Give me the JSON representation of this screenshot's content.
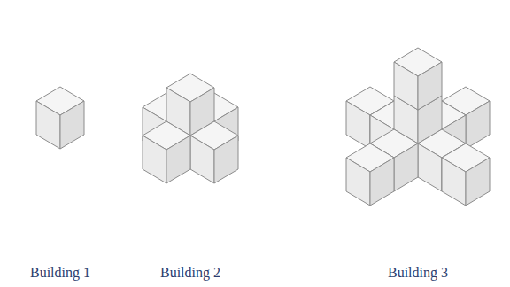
{
  "diagram": {
    "labels": [
      "Building 1",
      "Building 2",
      "Building 3"
    ]
  }
}
